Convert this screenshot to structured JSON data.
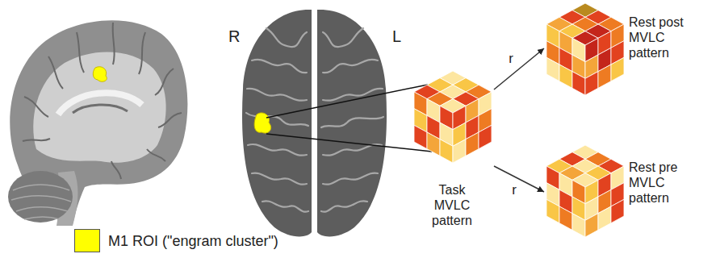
{
  "diagram": {
    "nodes": [
      {
        "text": [
          "Task MVLC pattern"
        ]
      },
      {
        "text": [
          "Rest post MVLC pattern"
        ]
      },
      {
        "text": [
          "Rest pre MVLC pattern"
        ]
      }
    ],
    "edges": [
      {
        "from": 0,
        "to": 1,
        "label": "r",
        "arrow": "to"
      },
      {
        "from": 0,
        "to": 2,
        "label": "r",
        "arrow": "to"
      }
    ],
    "labels": [
      "R",
      "L"
    ],
    "legend": [
      {
        "text": "M1 ROI (\"engram cluster\")",
        "color": "#ffff00"
      }
    ]
  }
}
